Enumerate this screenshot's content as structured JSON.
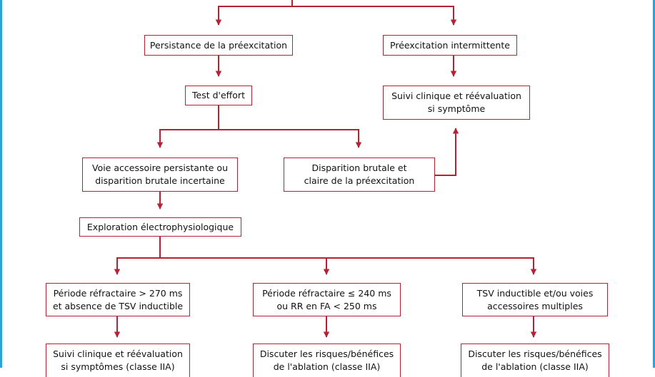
{
  "colors": {
    "accent": "#b52233",
    "frame": "#29a3dd"
  },
  "nodes": {
    "persistance": "Persistance de la préexcitation",
    "intermittente": "Préexcitation intermittente",
    "test_effort": "Test d'effort",
    "suivi_symptome": "Suivi clinique et réévaluation\nsi symptôme",
    "voie_accessoire": "Voie accessoire persistante ou\ndisparition brutale incertaine",
    "disparition_brutale": "Disparition brutale et\nclaire de la préexcitation",
    "exploration": "Exploration électrophysiologique",
    "periode_270": "Période réfractaire > 270 ms\net absence de TSV inductible",
    "periode_240": "Période réfractaire ≤ 240 ms\nou RR en FA < 250 ms",
    "tsv_inductible": "TSV inductible et/ou voies\naccessoires multiples",
    "suivi_classe": "Suivi clinique et réévaluation\nsi symptômes (classe IIA)",
    "discuter_1": "Discuter les risques/bénéfices\nde l'ablation (classe IIA)",
    "discuter_2": "Discuter les risques/bénéfices\nde l'ablation (classe IIA)"
  }
}
